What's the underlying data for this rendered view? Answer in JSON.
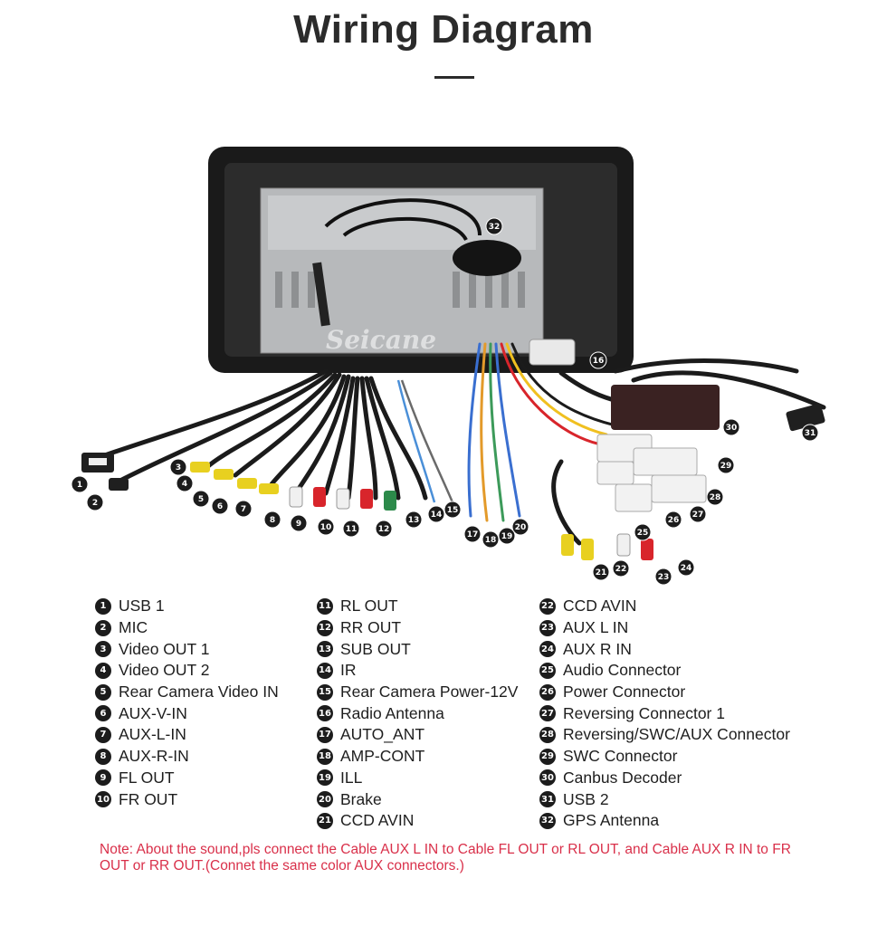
{
  "title": "Wiring Diagram",
  "watermark": "Seicane",
  "colors": {
    "note": "#d9304a",
    "title": "#2b2b2b",
    "badge": "#1c1c1c"
  },
  "callouts": [
    "1",
    "2",
    "3",
    "4",
    "5",
    "6",
    "7",
    "8",
    "9",
    "10",
    "11",
    "12",
    "13",
    "14",
    "15",
    "16",
    "17",
    "18",
    "19",
    "20",
    "21",
    "22",
    "23",
    "24",
    "25",
    "26",
    "27",
    "28",
    "29",
    "30",
    "31",
    "32"
  ],
  "legend": {
    "col1": [
      {
        "num": "1",
        "label": "USB 1"
      },
      {
        "num": "2",
        "label": "MIC"
      },
      {
        "num": "3",
        "label": "Video OUT 1"
      },
      {
        "num": "4",
        "label": "Video OUT 2"
      },
      {
        "num": "5",
        "label": "Rear Camera Video IN"
      },
      {
        "num": "6",
        "label": "AUX-V-IN"
      },
      {
        "num": "7",
        "label": "AUX-L-IN"
      },
      {
        "num": "8",
        "label": "AUX-R-IN"
      },
      {
        "num": "9",
        "label": "FL OUT"
      },
      {
        "num": "10",
        "label": "FR OUT"
      }
    ],
    "col2": [
      {
        "num": "11",
        "label": "RL OUT"
      },
      {
        "num": "12",
        "label": "RR OUT"
      },
      {
        "num": "13",
        "label": "SUB OUT"
      },
      {
        "num": "14",
        "label": "IR"
      },
      {
        "num": "15",
        "label": "Rear Camera Power-12V"
      },
      {
        "num": "16",
        "label": "Radio Antenna"
      },
      {
        "num": "17",
        "label": "AUTO_ANT"
      },
      {
        "num": "18",
        "label": "AMP-CONT"
      },
      {
        "num": "19",
        "label": "ILL"
      },
      {
        "num": "20",
        "label": "Brake"
      },
      {
        "num": "21",
        "label": "CCD AVIN"
      }
    ],
    "col3": [
      {
        "num": "22",
        "label": "CCD AVIN"
      },
      {
        "num": "23",
        "label": "AUX L IN"
      },
      {
        "num": "24",
        "label": "AUX R IN"
      },
      {
        "num": "25",
        "label": "Audio Connector"
      },
      {
        "num": "26",
        "label": "Power Connector"
      },
      {
        "num": "27",
        "label": "Reversing Connector 1"
      },
      {
        "num": "28",
        "label": "Reversing/SWC/AUX Connector"
      },
      {
        "num": "29",
        "label": "SWC Connector"
      },
      {
        "num": "30",
        "label": "Canbus Decoder"
      },
      {
        "num": "31",
        "label": "USB 2"
      },
      {
        "num": "32",
        "label": "GPS Antenna"
      }
    ]
  },
  "note": "Note: About the sound,pls connect the Cable AUX L IN to Cable FL OUT or RL OUT, and Cable AUX R IN to FR OUT or RR OUT.(Connet the same color AUX connectors.)"
}
